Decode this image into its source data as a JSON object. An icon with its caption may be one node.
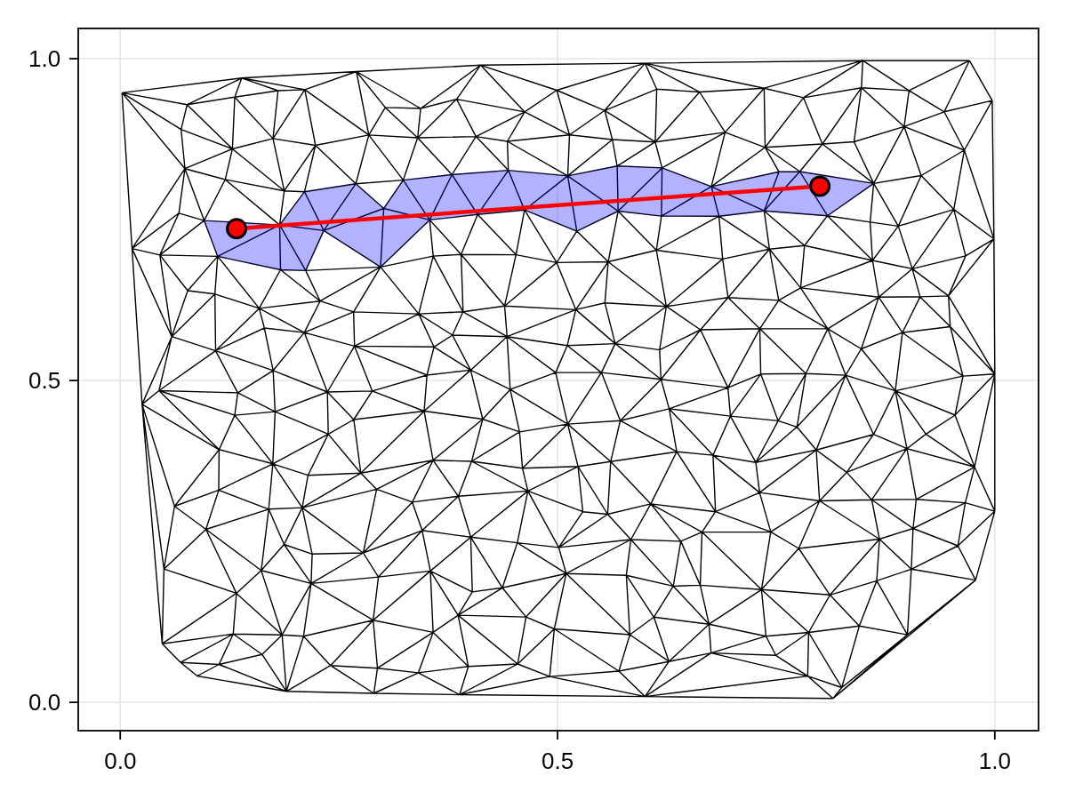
{
  "diagram": {
    "chart_data": {
      "type": "line",
      "x": [
        0.133,
        0.8
      ],
      "series": [
        {
          "color": "#ff0000",
          "values": [
            0.736,
            0.802
          ],
          "marker": "circle"
        }
      ],
      "xlim": [
        -0.048,
        1.05
      ],
      "ylim": [
        -0.044,
        1.047
      ],
      "xticks": [
        {
          "value": 0,
          "label": "0.0"
        },
        {
          "value": 0.5,
          "label": "0.5"
        },
        {
          "value": 1,
          "label": "1.0"
        }
      ],
      "yticks": [
        {
          "value": 0,
          "label": "0.0"
        },
        {
          "value": 0.5,
          "label": "0.5"
        },
        {
          "value": 1,
          "label": "1.0"
        }
      ],
      "grid": true
    }
  }
}
